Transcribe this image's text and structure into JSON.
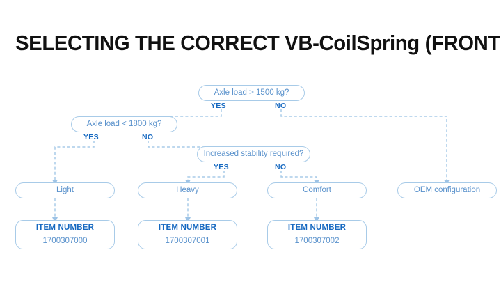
{
  "page": {
    "title": "SELECTING THE CORRECT VB-CoilSpring (FRONT AXLE)",
    "background_color": "#ffffff"
  },
  "colors": {
    "title_text": "#111111",
    "node_border": "#a8cbe8",
    "node_text": "#5a92cc",
    "branch_label": "#1669c1",
    "connector": "#a8cbe8",
    "arrow": "#9dc3e6"
  },
  "diagram": {
    "type": "flowchart",
    "decisions": [
      {
        "id": "d1",
        "label": "Axle load > 1500 kg?",
        "yes_label": "YES",
        "no_label": "NO",
        "yes_target": "d2",
        "no_target": "oem"
      },
      {
        "id": "d2",
        "label": "Axle load < 1800 kg?",
        "yes_label": "YES",
        "no_label": "NO",
        "yes_target": "light",
        "no_target": "d3"
      },
      {
        "id": "d3",
        "label": "Increased stability required?",
        "yes_label": "YES",
        "no_label": "NO",
        "yes_target": "heavy",
        "no_target": "comfort"
      }
    ],
    "results": [
      {
        "id": "light",
        "label": "Light"
      },
      {
        "id": "heavy",
        "label": "Heavy"
      },
      {
        "id": "comfort",
        "label": "Comfort"
      },
      {
        "id": "oem",
        "label": "OEM configuration"
      }
    ],
    "item_boxes": [
      {
        "id": "item1",
        "title": "ITEM NUMBER",
        "value": "1700307000",
        "from": "light"
      },
      {
        "id": "item2",
        "title": "ITEM NUMBER",
        "value": "1700307001",
        "from": "heavy"
      },
      {
        "id": "item3",
        "title": "ITEM NUMBER",
        "value": "1700307002",
        "from": "comfort"
      }
    ]
  }
}
